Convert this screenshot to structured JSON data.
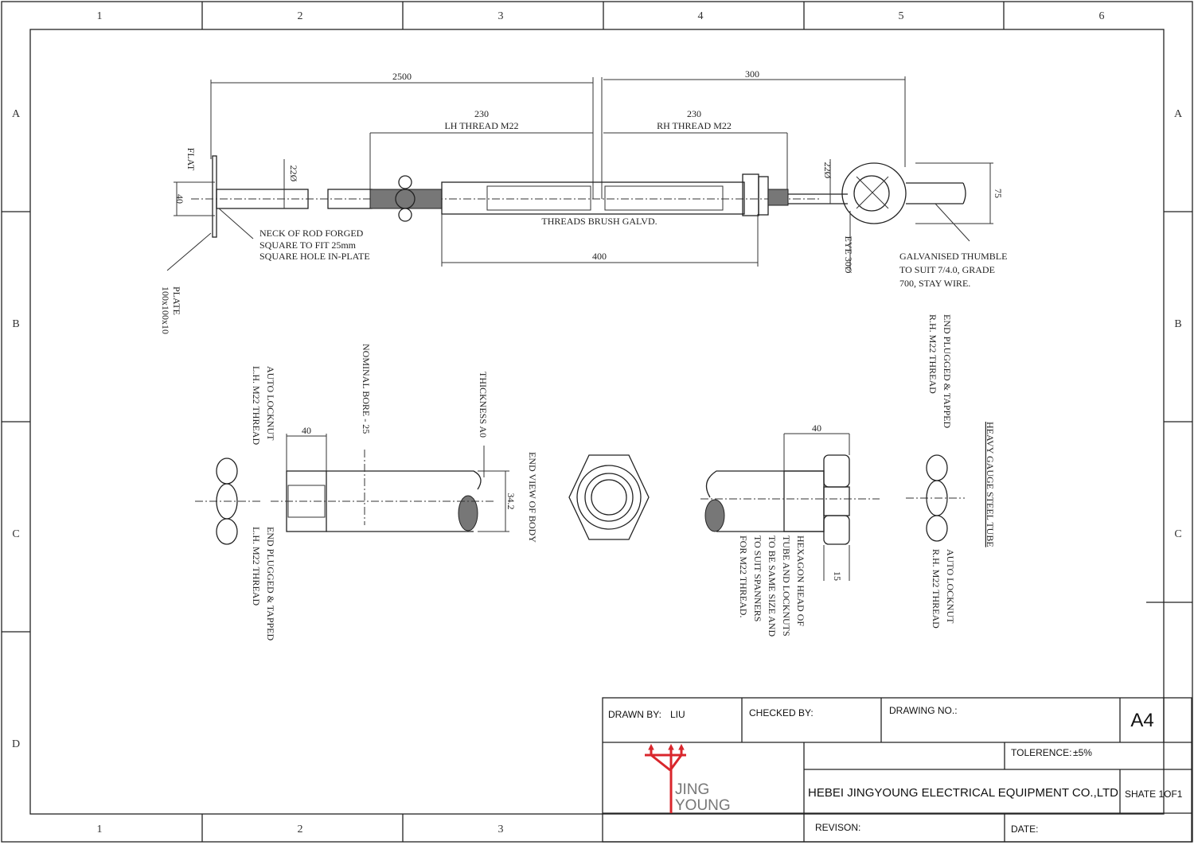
{
  "frame": {
    "columns": [
      "1",
      "2",
      "3",
      "4",
      "5",
      "6"
    ],
    "rows": [
      "A",
      "B",
      "C",
      "D"
    ]
  },
  "drawing": {
    "dim_overall": "2500",
    "dim_eye": "300",
    "lh_len": "230",
    "lh_thread": "LH THREAD M22",
    "rh_len": "230",
    "rh_thread": "RH THREAD M22",
    "flat": "FLAT",
    "dim_40": "40",
    "rod_dia_left": "22Ø",
    "rod_dia_right": "22Ø",
    "neck_note": [
      "NECK OF ROD FORGED",
      "SQUARE TO FIT 25mm",
      "SQUARE HOLE IN-PLATE"
    ],
    "plate_note": [
      "PLATE",
      "100x100x10"
    ],
    "threads_note": "THREADS BRUSH GALVD.",
    "dim_400": "400",
    "eye_note": "EYE 30Ø",
    "dim_75": "75",
    "thimble_note": [
      "GALVANISED THUMBLE",
      "TO SUIT 7/4.0, GRADE",
      "700, STAY WIRE."
    ],
    "auto_locknut_lh": [
      "AUTO LOCKNUT",
      "L.H. M22 THREAD"
    ],
    "end_plugged_lh": [
      "END PLUGGED & TAPPED",
      "L.H. M22 THREAD"
    ],
    "dim_40_b": "40",
    "nominal_bore": "NOMINAL BORE - 25",
    "thickness": "THICKNESS A0",
    "dim_342": "34.2",
    "end_view": "END VIEW OF BODY",
    "dim_40_c": "40",
    "hexagon_note": [
      "HEXAGON HEAD OF",
      "TUBE AND LOCKNUTS",
      "TO BE SAME SIZE AND",
      "TO SUIT SPANNERS",
      "FOR M22 THREAD."
    ],
    "dim_15": "15",
    "end_plugged_rh": [
      "END PLUGGED & TAPPED",
      "R.H. M22 THREAD"
    ],
    "heavy_gauge": "HEAVY GAUGE STEEL TUBE",
    "auto_locknut_rh": [
      "AUTO LOCKNUT",
      "R.H. M22 THREAD"
    ]
  },
  "title_block": {
    "drawn_by_label": "DRAWN BY:",
    "drawn_by": "LIU",
    "checked_by_label": "CHECKED BY:",
    "drawing_no_label": "DRAWING NO.:",
    "size": "A4",
    "tolerance_label": "TOLERENCE:",
    "tolerance": "±5%",
    "company": "HEBEI JINGYOUNG ELECTRICAL EQUIPMENT CO.,LTD",
    "sheet": "SHATE 1OF1",
    "revision_label": "REVISON:",
    "date_label": "DATE:",
    "logo_text": [
      "JING",
      "YOUNG"
    ],
    "logo_color": "#d9262c"
  }
}
